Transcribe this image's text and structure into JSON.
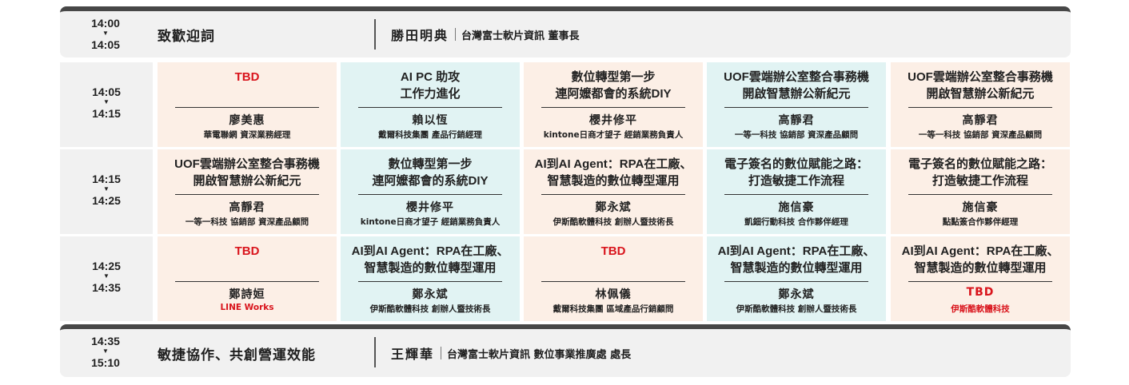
{
  "opening": {
    "time_start": "14:00",
    "time_end": "14:05",
    "title": "致歡迎詞",
    "speaker_name": "勝田明典",
    "speaker_org": "台灣富士軟片資訊 董事長"
  },
  "slots": [
    {
      "time_start": "14:05",
      "time_end": "14:15",
      "sessions": [
        {
          "topic": "TBD",
          "topic_red": true,
          "name": "廖美惠",
          "org": "華電聯網 資深業務經理",
          "color": "#fcefe6"
        },
        {
          "topic": "AI PC 助攻\n工作力進化",
          "name": "賴以恆",
          "org": "戴爾科技集團 產品行銷經理",
          "color": "#e1f3f3"
        },
        {
          "topic": "數位轉型第一步\n連阿嬤都會的系統DIY",
          "name": "櫻井修平",
          "org": "kintone日商才望子 經銷業務負責人",
          "color": "#fcefe6"
        },
        {
          "topic": "UOF雲端辦公室整合事務機\n開啟智慧辦公新紀元",
          "name": "高靜君",
          "org": "一等一科技 協銷部 資深產品顧問",
          "color": "#e1f3f3"
        },
        {
          "topic": "UOF雲端辦公室整合事務機\n開啟智慧辦公新紀元",
          "name": "高靜君",
          "org": "一等一科技 協銷部 資深產品顧問",
          "color": "#fcefe6"
        }
      ]
    },
    {
      "time_start": "14:15",
      "time_end": "14:25",
      "sessions": [
        {
          "topic": "UOF雲端辦公室整合事務機\n開啟智慧辦公新紀元",
          "name": "高靜君",
          "org": "一等一科技 協銷部 資深產品顧問",
          "color": "#fcefe6"
        },
        {
          "topic": "數位轉型第一步\n連阿嬤都會的系統DIY",
          "name": "櫻井修平",
          "org": "kintone日商才望子 經銷業務負責人",
          "color": "#e1f3f3"
        },
        {
          "topic": "AI到AI Agent：RPA在工廠、\n智慧製造的數位轉型運用",
          "name": "鄭永斌",
          "org": "伊斯酷軟體科技 創辦人暨技術長",
          "color": "#fcefe6"
        },
        {
          "topic": "電子簽名的數位賦能之路：\n打造敏捷工作流程",
          "name": "施信豪",
          "org": "凱鈿行動科技 合作夥伴經理",
          "color": "#e1f3f3"
        },
        {
          "topic": "電子簽名的數位賦能之路：\n打造敏捷工作流程",
          "name": "施信豪",
          "org": "點點簽合作夥伴經理",
          "color": "#fcefe6"
        }
      ]
    },
    {
      "time_start": "14:25",
      "time_end": "14:35",
      "sessions": [
        {
          "topic": "TBD",
          "topic_red": true,
          "name": "鄭詩姮",
          "org": "LINE Works",
          "org_red": true,
          "color": "#fcefe6"
        },
        {
          "topic": "AI到AI Agent：RPA在工廠、\n智慧製造的數位轉型運用",
          "name": "鄭永斌",
          "org": "伊斯酷軟體科技 創辦人暨技術長",
          "color": "#e1f3f3"
        },
        {
          "topic": "TBD",
          "topic_red": true,
          "name": "林佩儀",
          "org": "戴爾科技集團 區域產品行銷顧問",
          "color": "#fcefe6"
        },
        {
          "topic": "AI到AI Agent：RPA在工廠、\n智慧製造的數位轉型運用",
          "name": "鄭永斌",
          "org": "伊斯酷軟體科技 創辦人暨技術長",
          "color": "#e1f3f3"
        },
        {
          "topic": "AI到AI Agent：RPA在工廠、\n智慧製造的數位轉型運用",
          "name": "TBD",
          "name_red": true,
          "org": "伊斯酷軟體科技",
          "org_red": true,
          "color": "#fcefe6"
        }
      ]
    }
  ],
  "closing": {
    "time_start": "14:35",
    "time_end": "15:10",
    "title": "敏捷協作、共創營運效能",
    "speaker_name": "王輝華",
    "speaker_org": "台灣富士軟片資訊 數位事業推廣處 處長"
  },
  "icons": {
    "time_arrow": "triangle-down-icon"
  }
}
